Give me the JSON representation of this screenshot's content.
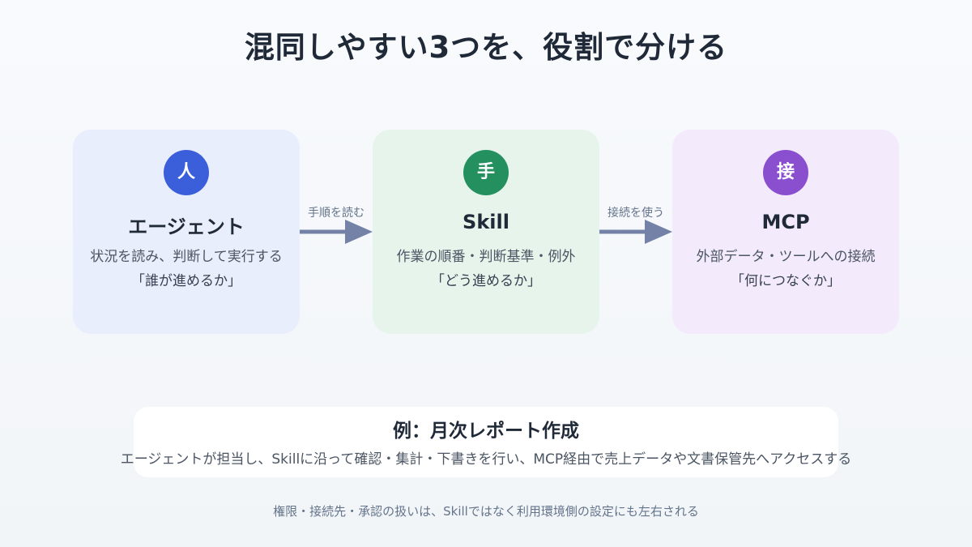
{
  "title": "混同しやすい3つを、役割で分ける",
  "colors": {
    "agent_card_bg": "#e9eefd",
    "agent_badge": "#3b5fdb",
    "skill_card_bg": "#e6f4ec",
    "skill_badge": "#24905f",
    "mcp_card_bg": "#f3eafb",
    "mcp_badge": "#8a4fcf",
    "arrow": "#7482a8"
  },
  "cards": [
    {
      "badge": "人",
      "name": "エージェント",
      "description": "状況を読み、判断して実行する",
      "quote": "「誰が進めるか」"
    },
    {
      "badge": "手",
      "name": "Skill",
      "description": "作業の順番・判断基準・例外",
      "quote": "「どう進めるか」"
    },
    {
      "badge": "接",
      "name": "MCP",
      "description": "外部データ・ツールへの接続",
      "quote": "「何につなぐか」"
    }
  ],
  "connectors": [
    {
      "label": "手順を読む"
    },
    {
      "label": "接続を使う"
    }
  ],
  "example": {
    "title": "例：月次レポート作成",
    "body": "エージェントが担当し、Skillに沿って確認・集計・下書きを行い、MCP経由で売上データや文書保管先へアクセスする"
  },
  "footnote": "権限・接続先・承認の扱いは、Skillではなく利用環境側の設定にも左右される"
}
